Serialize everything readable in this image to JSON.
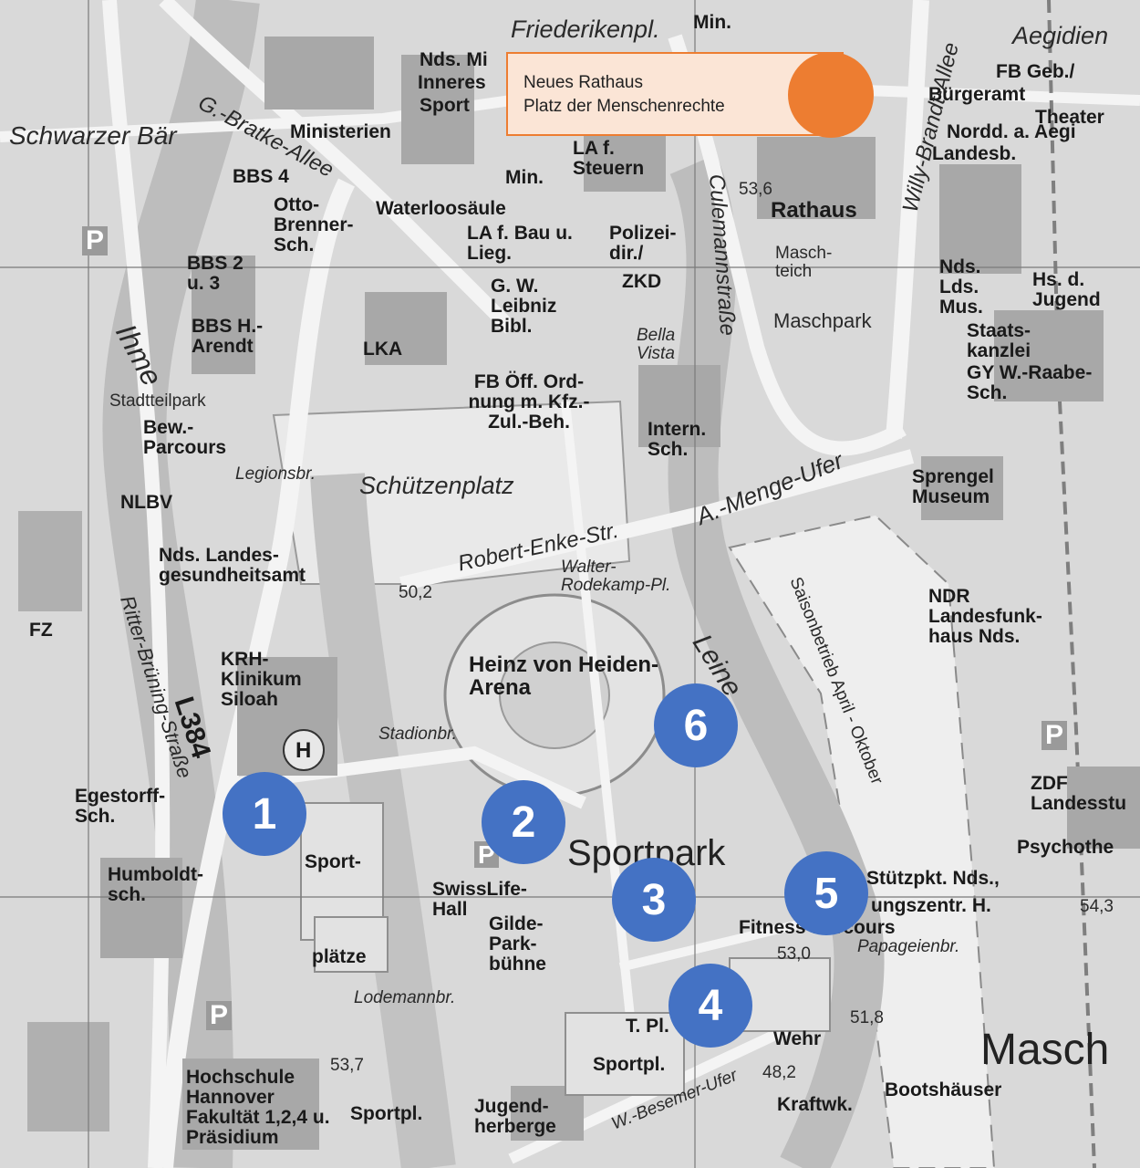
{
  "callout": {
    "line1": "Neues Rathaus",
    "line2": "Platz der Menschenrechte",
    "box_fill": "#fbe5d6",
    "box_border": "#ed7d31",
    "dot_color": "#ed7d31"
  },
  "marker_color": "#4472c4",
  "markers": [
    "1",
    "2",
    "3",
    "4",
    "5",
    "6"
  ],
  "labels": {
    "friederikenpl": "Friederikenpl.",
    "min_top": "Min.",
    "nds_mi": "Nds. Mi",
    "inneres": "Inneres",
    "sport_top": "Sport",
    "ministerien": "Ministerien",
    "aegidien": "Aegidien",
    "fb_geb": "FB Geb./",
    "buergeramt": "Bürgeramt",
    "theater": "Theater",
    "nordd": "Nordd. a. Aegi",
    "landesb": "Landesb.",
    "schwarzer_bar": "Schwarzer Bär",
    "bbs4": "BBS 4",
    "otto_brenner": "Otto-Brenner-Sch.",
    "waterloosaeule": "Waterloosäule",
    "la_steuern": "LA f. Steuern",
    "min_mid": "Min.",
    "rathaus": "Rathaus",
    "laf_bau": "LA f. Bau u. Lieg.",
    "polizeidir": "Polizei-dir./",
    "zkd": "ZKD",
    "maschteich": "Masch-teich",
    "maschpark": "Maschpark",
    "bbs2": "BBS 2 u. 3",
    "gw_leibniz": "G. W. Leibniz Bibl.",
    "nds_lds_mus": "Nds. Lds. Mus.",
    "hs_jugend": "Hs. d. Jugend",
    "staatskanzlei": "Staats-kanzlei",
    "gy_raabe": "GY W.-Raabe-Sch.",
    "bbs_arendt": "BBS H.-Arendt",
    "lka": "LKA",
    "bella_vista": "Bella Vista",
    "fb_oeff": "FB Öff. Ord-nung m. Kfz.-Zul.-Beh.",
    "intern_sch": "Intern. Sch.",
    "stadtteilpark": "Stadtteilpark",
    "bew_parcours": "Bew.-Parcours",
    "schuetzenplatz": "Schützenplatz",
    "sprengel": "Sprengel Museum",
    "nlbv": "NLBV",
    "nds_landesgesundheitsamt": "Nds. Landes-gesundheitsamt",
    "robert_enke": "Robert-Enke-Str.",
    "walter_rodekamp": "Walter-Rodekamp-Pl.",
    "a_menge_ufer": "A.-Menge-Ufer",
    "ndr": "NDR Landesfunk-haus Nds.",
    "fz": "FZ",
    "krh_siloah": "KRH-Klinikum Siloah",
    "heinz_arena": "Heinz von Heiden-Arena",
    "saisonbetrieb": "Saisonbetrieb April - Oktober",
    "egestorff": "Egestorff-Sch.",
    "sport_plaetze": "Sport-",
    "plaetze": "plätze",
    "sportpark": "Sportpark",
    "zdf": "ZDF Landesstu",
    "psychothe": "Psychothe",
    "humboldt": "Humboldt-sch.",
    "swisslife": "SwissLife-Hall",
    "gilde_park": "Gilde-Park-bühne",
    "stuetzpkt": "Stützpkt. Nds.,",
    "leistungszentr": "ungszentr. H.",
    "fitness": "Fitness-Parcours",
    "papageienbr": "Papageienbr.",
    "lodemannbr": "Lodemannbr.",
    "t_pl": "T. Pl.",
    "sportpl_mid": "Sportpl.",
    "wehr": "Wehr",
    "kraftwk": "Kraftwk.",
    "bootshaeuser": "Bootshäuser",
    "masch_big": "Masch",
    "hochschule": "Hochschule Hannover Fakultät 1,2,4 u. Präsidium",
    "sportpl_bottom": "Sportpl.",
    "jugendherberge": "Jugend-herberge",
    "w_besemer_ufer": "W.-Besemer-Ufer",
    "ihme": "Ihme",
    "leine": "Leine",
    "l384": "L384",
    "ritter_bruening": "Ritter-Brüning-Straße",
    "culemann": "Culemannstraße",
    "willy_brandt": "Willy-Brandt-Allee",
    "bratke_allee": "G.-Bratke-Allee",
    "stadionbr": "Stadionbr.",
    "legionsbr": "Legionsbr.",
    "h_50_2": "50,2",
    "h_53_6": "53,6",
    "h_53_0": "53,0",
    "h_51_8": "51,8",
    "h_48_2": "48,2",
    "h_53_7": "53,7",
    "h_54_3": "54,3",
    "heli": "H",
    "parking": "P"
  }
}
